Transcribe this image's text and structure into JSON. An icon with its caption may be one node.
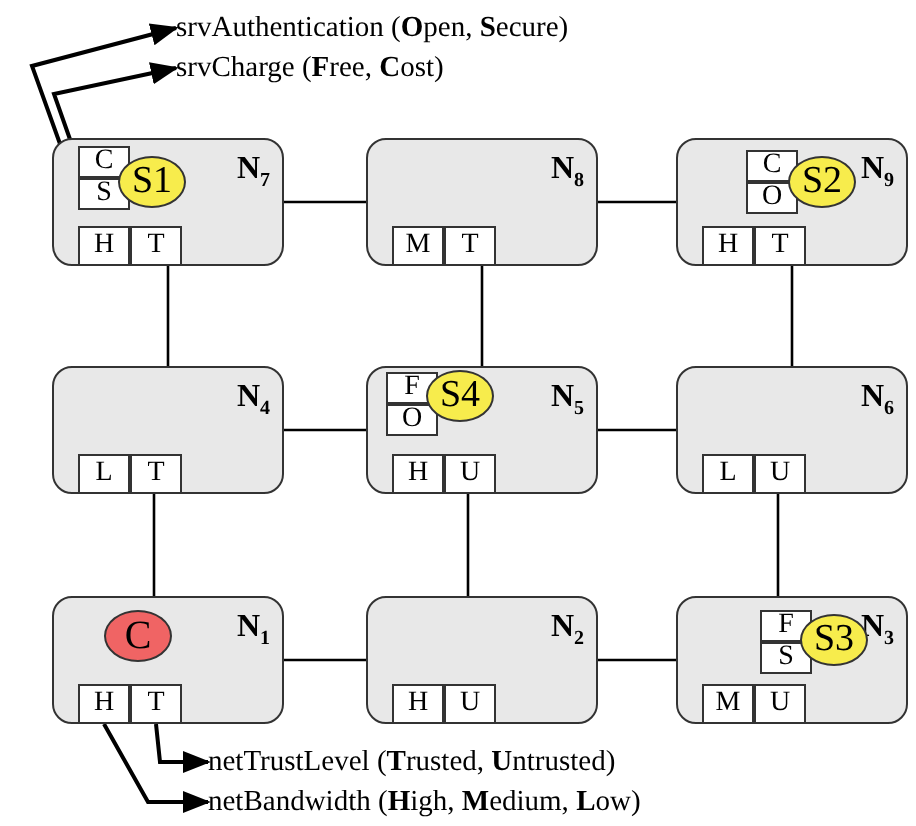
{
  "diagram": {
    "nodes": [
      {
        "text": [
          "srvAuthentication (**O**pen, **S**ecure)"
        ]
      },
      {
        "text": [
          "srvCharge (**F**ree, **C**ost)"
        ]
      },
      {
        "text": [
          "N$_{7}$"
        ]
      },
      {
        "text": [
          "C"
        ],
        "in": 2
      },
      {
        "text": [
          "S"
        ],
        "in": 2
      },
      {
        "text": [
          "S1"
        ],
        "in": 2
      },
      {
        "text": [
          "H"
        ],
        "in": 2
      },
      {
        "text": [
          "T"
        ],
        "in": 2
      },
      {
        "text": [
          "N$_{8}$"
        ]
      },
      {
        "text": [
          "M"
        ],
        "in": 8
      },
      {
        "text": [
          "T"
        ],
        "in": 8
      },
      {
        "text": [
          "N$_{9}$"
        ]
      },
      {
        "text": [
          "C"
        ],
        "in": 11
      },
      {
        "text": [
          "O"
        ],
        "in": 11
      },
      {
        "text": [
          "S2"
        ],
        "in": 11
      },
      {
        "text": [
          "H"
        ],
        "in": 11
      },
      {
        "text": [
          "T"
        ],
        "in": 11
      },
      {
        "text": [
          "N$_{4}$"
        ]
      },
      {
        "text": [
          "L"
        ],
        "in": 17
      },
      {
        "text": [
          "T"
        ],
        "in": 17
      },
      {
        "text": [
          "N$_{5}$"
        ]
      },
      {
        "text": [
          "F"
        ],
        "in": 20
      },
      {
        "text": [
          "O"
        ],
        "in": 20
      },
      {
        "text": [
          "S4"
        ],
        "in": 20
      },
      {
        "text": [
          "H"
        ],
        "in": 20
      },
      {
        "text": [
          "U"
        ],
        "in": 20
      },
      {
        "text": [
          "N$_{6}$"
        ]
      },
      {
        "text": [
          "L"
        ],
        "in": 26
      },
      {
        "text": [
          "U"
        ],
        "in": 26
      },
      {
        "text": [
          "N$_{1}$"
        ]
      },
      {
        "text": [
          "C"
        ],
        "in": 29
      },
      {
        "text": [
          "H"
        ],
        "in": 29
      },
      {
        "text": [
          "T"
        ],
        "in": 29
      },
      {
        "text": [
          "N$_{2}$"
        ]
      },
      {
        "text": [
          "H"
        ],
        "in": 33
      },
      {
        "text": [
          "U"
        ],
        "in": 33
      },
      {
        "text": [
          "N$_{3}$"
        ]
      },
      {
        "text": [
          "F"
        ],
        "in": 36
      },
      {
        "text": [
          "S"
        ],
        "in": 36
      },
      {
        "text": [
          "S3"
        ],
        "in": 36
      },
      {
        "text": [
          "M"
        ],
        "in": 36
      },
      {
        "text": [
          "U"
        ],
        "in": 36
      },
      {
        "text": [
          "netTrustLevel (**T**rusted, **U**ntrusted)"
        ]
      },
      {
        "text": [
          "netBandwidth (**H**igh, **M**edium, **L**ow)"
        ]
      }
    ],
    "edges": [
      {
        "from": 2,
        "to": 8,
        "arrow": "none"
      },
      {
        "from": 8,
        "to": 11,
        "arrow": "none"
      },
      {
        "from": 2,
        "to": 17,
        "arrow": "none"
      },
      {
        "from": 8,
        "to": 20,
        "arrow": "none"
      },
      {
        "from": 11,
        "to": 26,
        "arrow": "none"
      },
      {
        "from": 17,
        "to": 20,
        "arrow": "none"
      },
      {
        "from": 20,
        "to": 26,
        "arrow": "none"
      },
      {
        "from": 17,
        "to": 29,
        "arrow": "none"
      },
      {
        "from": 20,
        "to": 33,
        "arrow": "none"
      },
      {
        "from": 26,
        "to": 36,
        "arrow": "none"
      },
      {
        "from": 29,
        "to": 33,
        "arrow": "none"
      },
      {
        "from": 33,
        "to": 36,
        "arrow": "none"
      },
      {
        "from": 4,
        "to": 0,
        "arrow": "to"
      },
      {
        "from": 3,
        "to": 1,
        "arrow": "to"
      },
      {
        "from": 32,
        "to": 42,
        "arrow": "to"
      },
      {
        "from": 31,
        "to": 43,
        "arrow": "to"
      }
    ]
  }
}
